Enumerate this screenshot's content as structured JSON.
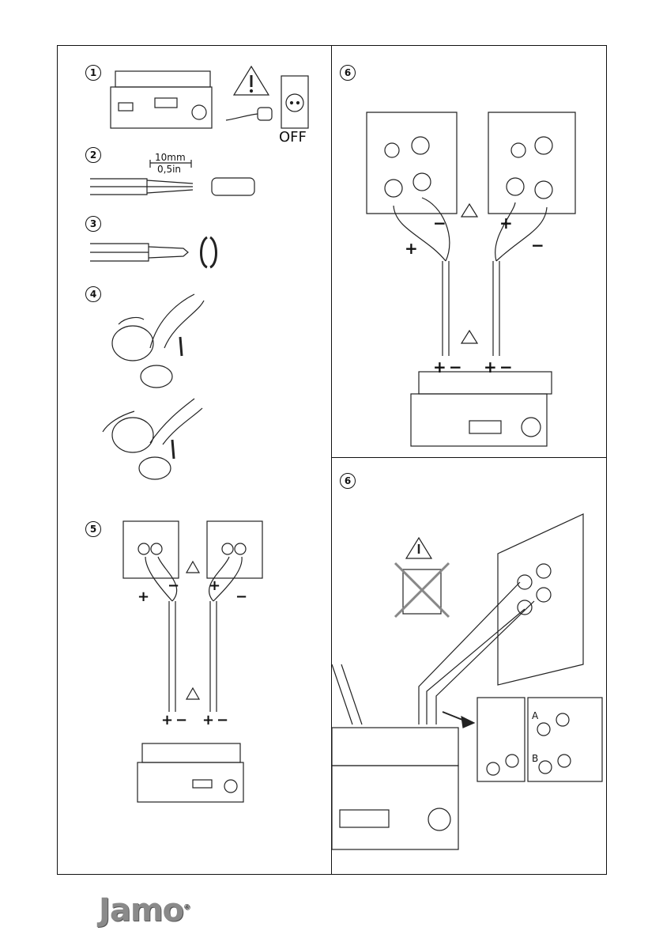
{
  "steps": {
    "s1": "1",
    "s2": "2",
    "s3": "3",
    "s4": "4",
    "s5": "5",
    "s6a": "6",
    "s6b": "6"
  },
  "labels": {
    "off": "OFF",
    "strip_mm": "10mm",
    "strip_in": "0,5in",
    "bi_a": "A",
    "bi_b": "B"
  },
  "signs": {
    "plus": "+",
    "minus": "−"
  },
  "brand": {
    "logo": "Jamo",
    "reg": "®"
  }
}
